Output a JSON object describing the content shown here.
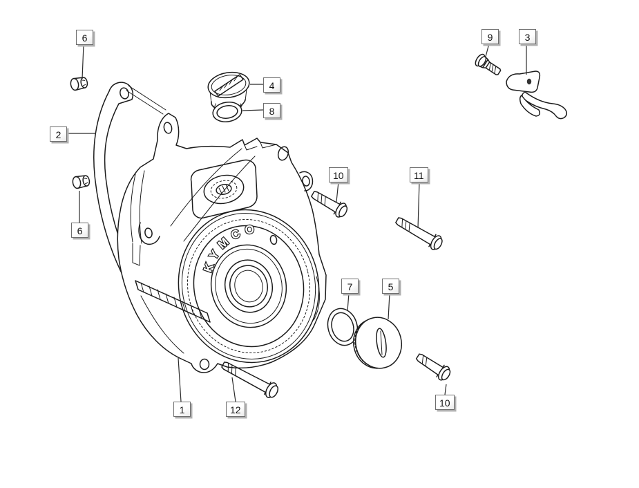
{
  "brand_text": "KYMCO",
  "callouts": [
    {
      "num": "6"
    },
    {
      "num": "2"
    },
    {
      "num": "6"
    },
    {
      "num": "4"
    },
    {
      "num": "8"
    },
    {
      "num": "9"
    },
    {
      "num": "3"
    },
    {
      "num": "10"
    },
    {
      "num": "11"
    },
    {
      "num": "7"
    },
    {
      "num": "5"
    },
    {
      "num": "1"
    },
    {
      "num": "12"
    },
    {
      "num": "10"
    }
  ],
  "colors": {
    "background": "#ffffff",
    "line_art": "#1c1c1c",
    "label_border": "#6e6e6e",
    "label_shadow": "#b0b0b0"
  }
}
